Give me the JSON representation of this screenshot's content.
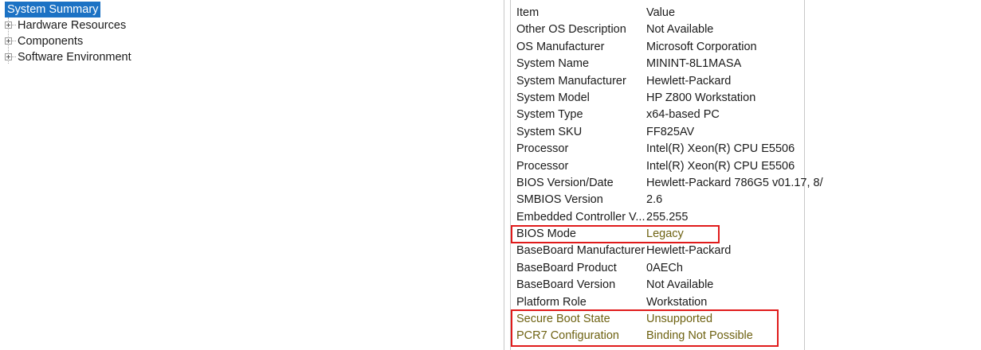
{
  "tree": {
    "nodes": [
      {
        "label": "System Summary",
        "selected": true,
        "expandable": false
      },
      {
        "label": "Hardware Resources",
        "selected": false,
        "expandable": true
      },
      {
        "label": "Components",
        "selected": false,
        "expandable": true
      },
      {
        "label": "Software Environment",
        "selected": false,
        "expandable": true
      }
    ]
  },
  "details": {
    "columns": {
      "item": "Item",
      "value": "Value"
    },
    "rows": [
      {
        "item": "Other OS Description",
        "value": "Not Available"
      },
      {
        "item": "OS Manufacturer",
        "value": "Microsoft Corporation"
      },
      {
        "item": "System Name",
        "value": "MININT-8L1MASA"
      },
      {
        "item": "System Manufacturer",
        "value": "Hewlett-Packard"
      },
      {
        "item": "System Model",
        "value": "HP Z800 Workstation"
      },
      {
        "item": "System Type",
        "value": "x64-based PC"
      },
      {
        "item": "System SKU",
        "value": "FF825AV"
      },
      {
        "item": "Processor",
        "value": "Intel(R) Xeon(R) CPU            E5506"
      },
      {
        "item": "Processor",
        "value": "Intel(R) Xeon(R) CPU            E5506"
      },
      {
        "item": "BIOS Version/Date",
        "value": "Hewlett-Packard 786G5 v01.17, 8/"
      },
      {
        "item": "SMBIOS Version",
        "value": "2.6"
      },
      {
        "item": "Embedded Controller V...",
        "value": "255.255"
      },
      {
        "item": "BIOS Mode",
        "value": "Legacy",
        "highlight": "value"
      },
      {
        "item": "BaseBoard Manufacturer",
        "value": "Hewlett-Packard"
      },
      {
        "item": "BaseBoard Product",
        "value": "0AECh"
      },
      {
        "item": "BaseBoard Version",
        "value": "Not Available"
      },
      {
        "item": "Platform Role",
        "value": "Workstation"
      },
      {
        "item": "Secure Boot State",
        "value": "Unsupported",
        "highlight": "row"
      },
      {
        "item": "PCR7 Configuration",
        "value": "Binding Not Possible",
        "highlight": "row"
      }
    ]
  },
  "annotations": {
    "boxes": [
      {
        "name": "bios-mode-highlight",
        "color": "#e01b1b"
      },
      {
        "name": "secure-boot-highlight",
        "color": "#e01b1b"
      }
    ]
  },
  "colors": {
    "selection": "#1c72c4",
    "highlight_text": "#6e6212",
    "annotation_box": "#e01b1b",
    "text": "#1b1b1b",
    "background": "#ffffff"
  }
}
